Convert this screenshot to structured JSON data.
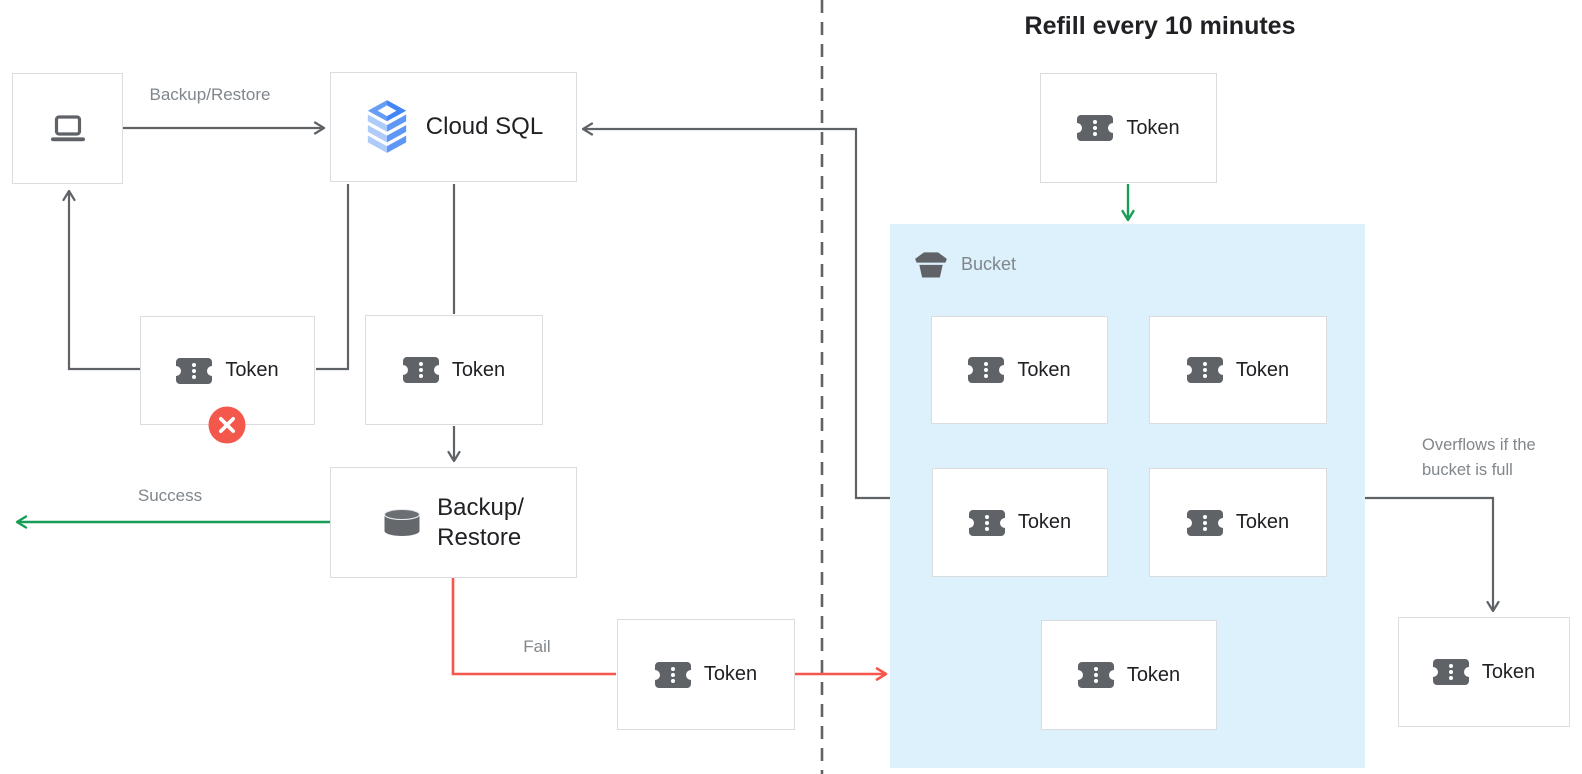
{
  "title": "Refill every 10 minutes",
  "colors": {
    "line": "#5f6368",
    "success": "#189d56",
    "fail": "#f6564b",
    "bucket_bg": "#ddf1fc",
    "box_border": "#dadce0",
    "badge": "#f4584c"
  },
  "nodes": {
    "client": {
      "icon": "laptop-icon"
    },
    "cloud_sql": {
      "label": "Cloud SQL",
      "icon": "cloud-sql-icon"
    },
    "token_rejected": {
      "label": "Token",
      "icon": "ticket-icon",
      "badge_icon": "error-x-icon"
    },
    "token_request": {
      "label": "Token",
      "icon": "ticket-icon"
    },
    "backup_restore": {
      "label_line1": "Backup/",
      "label_line2": "Restore",
      "icon": "database-icon"
    },
    "token_fail": {
      "label": "Token",
      "icon": "ticket-icon"
    },
    "token_refill": {
      "label": "Token",
      "icon": "ticket-icon"
    },
    "bucket": {
      "label": "Bucket",
      "icon": "bucket-icon",
      "tokens": [
        {
          "label": "Token"
        },
        {
          "label": "Token"
        },
        {
          "label": "Token"
        },
        {
          "label": "Token"
        },
        {
          "label": "Token"
        }
      ]
    },
    "token_overflow": {
      "label": "Token",
      "icon": "ticket-icon"
    }
  },
  "edge_labels": {
    "backup_restore": "Backup/Restore",
    "success": "Success",
    "fail": "Fail",
    "overflow_line1": "Overflows if the",
    "overflow_line2": "bucket is full"
  }
}
